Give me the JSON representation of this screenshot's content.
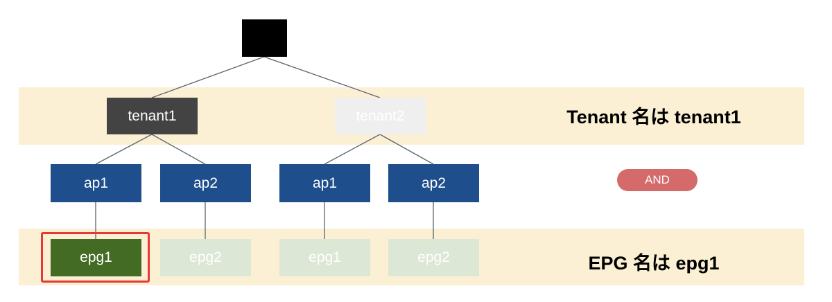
{
  "tree": {
    "tenants": [
      {
        "label": "tenant1",
        "state": "active"
      },
      {
        "label": "tenant2",
        "state": "inactive"
      }
    ],
    "aps": [
      {
        "label": "ap1"
      },
      {
        "label": "ap2"
      },
      {
        "label": "ap1"
      },
      {
        "label": "ap2"
      }
    ],
    "epgs": [
      {
        "label": "epg1",
        "state": "active"
      },
      {
        "label": "epg2",
        "state": "inactive"
      },
      {
        "label": "epg1",
        "state": "inactive"
      },
      {
        "label": "epg2",
        "state": "inactive"
      }
    ]
  },
  "conditions": {
    "tenant": "Tenant 名は tenant1",
    "operator": "AND",
    "epg": "EPG 名は epg1"
  },
  "colors": {
    "band": "#fbf0d4",
    "tenant_active": "#434343",
    "tenant_inactive": "#efefef",
    "ap": "#1f4e8c",
    "epg_active": "#436b23",
    "epg_inactive": "#dde7d6",
    "highlight": "#e53935",
    "and_pill": "#d46a6a"
  }
}
